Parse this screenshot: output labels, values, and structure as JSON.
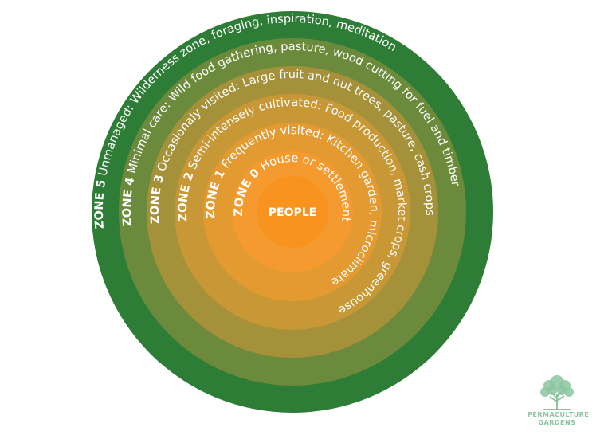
{
  "diagram": {
    "center_label": "PEOPLE",
    "zones": [
      {
        "title": "ZONE 0",
        "description": "House or settlement",
        "color": "#f59a2e"
      },
      {
        "title": "ZONE 1",
        "description": "Frequently visited: Kitchen garden, microclimate",
        "color": "#e39a31"
      },
      {
        "title": "ZONE 2",
        "description": "Semi-intensely cultivated: Food production, market crops, greenhouse",
        "color": "#c79835"
      },
      {
        "title": "ZONE 3",
        "description": "Occasionaly visited: Large fruit and nut trees, pasture, cash crops",
        "color": "#a5913a"
      },
      {
        "title": "ZONE 4",
        "description": "Minimal care: Wild food gathering, pasture, wood cutting for fuel and timber",
        "color": "#6b8a3c"
      },
      {
        "title": "ZONE 5",
        "description": "Unmanaged: Wilderness zone, foraging, inspiration, meditation",
        "color": "#2e7d36"
      }
    ],
    "center_color": "#f7931e"
  },
  "logo": {
    "line1": "PERMACULTURE",
    "line2": "GARDENS",
    "color": "#8cc5a0",
    "icon": "tree-icon"
  }
}
